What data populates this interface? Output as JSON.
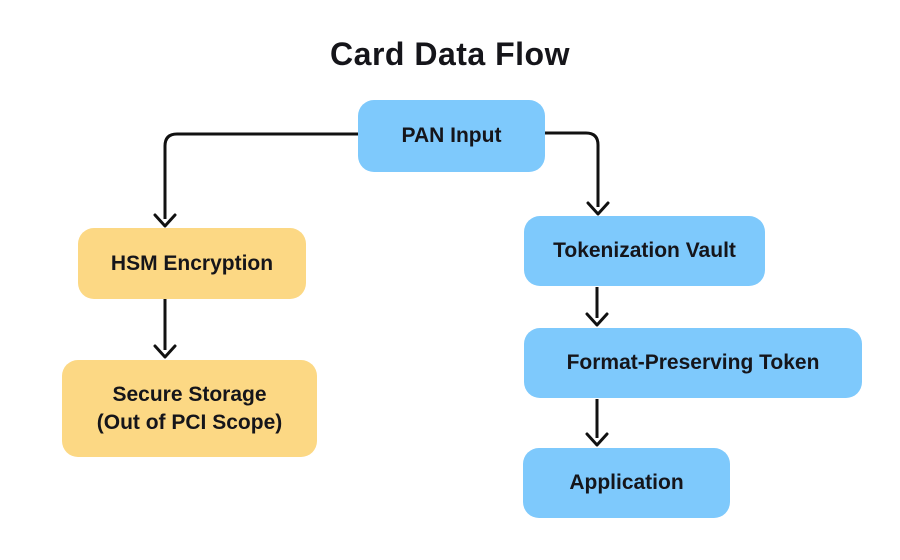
{
  "title": "Card Data Flow",
  "colors": {
    "node_blue": "#7ec9fc",
    "node_yellow": "#fcd884",
    "connector": "#111111",
    "text": "#15151a",
    "background": "#ffffff"
  },
  "nodes": [
    {
      "id": "pan-input",
      "label": "PAN Input",
      "color": "blue"
    },
    {
      "id": "hsm-encryption",
      "label": "HSM Encryption",
      "color": "yellow"
    },
    {
      "id": "secure-storage",
      "label": "Secure Storage",
      "label_line2": "(Out of PCI Scope)",
      "color": "yellow"
    },
    {
      "id": "tokenization-vault",
      "label": "Tokenization Vault",
      "color": "blue"
    },
    {
      "id": "format-preserving-token",
      "label": "Format-Preserving Token",
      "color": "blue"
    },
    {
      "id": "application",
      "label": "Application",
      "color": "blue"
    }
  ],
  "edges": [
    {
      "from": "pan-input",
      "to": "hsm-encryption"
    },
    {
      "from": "pan-input",
      "to": "tokenization-vault"
    },
    {
      "from": "hsm-encryption",
      "to": "secure-storage"
    },
    {
      "from": "tokenization-vault",
      "to": "format-preserving-token"
    },
    {
      "from": "format-preserving-token",
      "to": "application"
    }
  ]
}
